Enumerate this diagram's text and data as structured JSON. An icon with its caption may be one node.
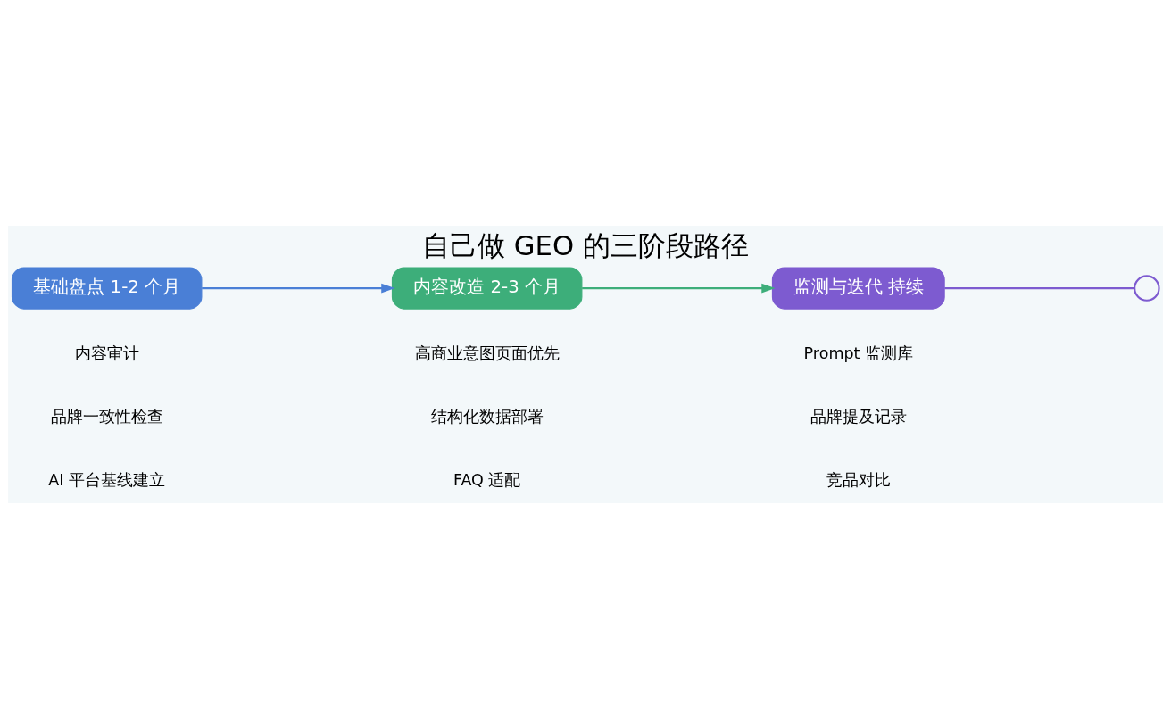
{
  "diagram": {
    "title": "自己做 GEO 的三阶段路径",
    "nodes": [
      {
        "text": [
          "基础盘点 1-2 个月"
        ]
      },
      {
        "text": [
          "内容改造 2-3 个月"
        ]
      },
      {
        "text": [
          "监测与迭代 持续"
        ]
      },
      {
        "text": [],
        "shape": "circle"
      }
    ],
    "edges": [
      {
        "from": 0,
        "to": 1,
        "arrow": "to",
        "color": "#4a7fd6"
      },
      {
        "from": 1,
        "to": 2,
        "arrow": "to",
        "color": "#3dae7a"
      },
      {
        "from": 2,
        "to": 3,
        "arrow": "none",
        "color": "#7d5bd0"
      }
    ],
    "labels": [
      "内容审计",
      "品牌一致性检查",
      "AI 平台基线建立",
      "高商业意图页面优先",
      "结构化数据部署",
      "FAQ 适配",
      "Prompt 监测库",
      "品牌提及记录",
      "竞品对比"
    ]
  }
}
